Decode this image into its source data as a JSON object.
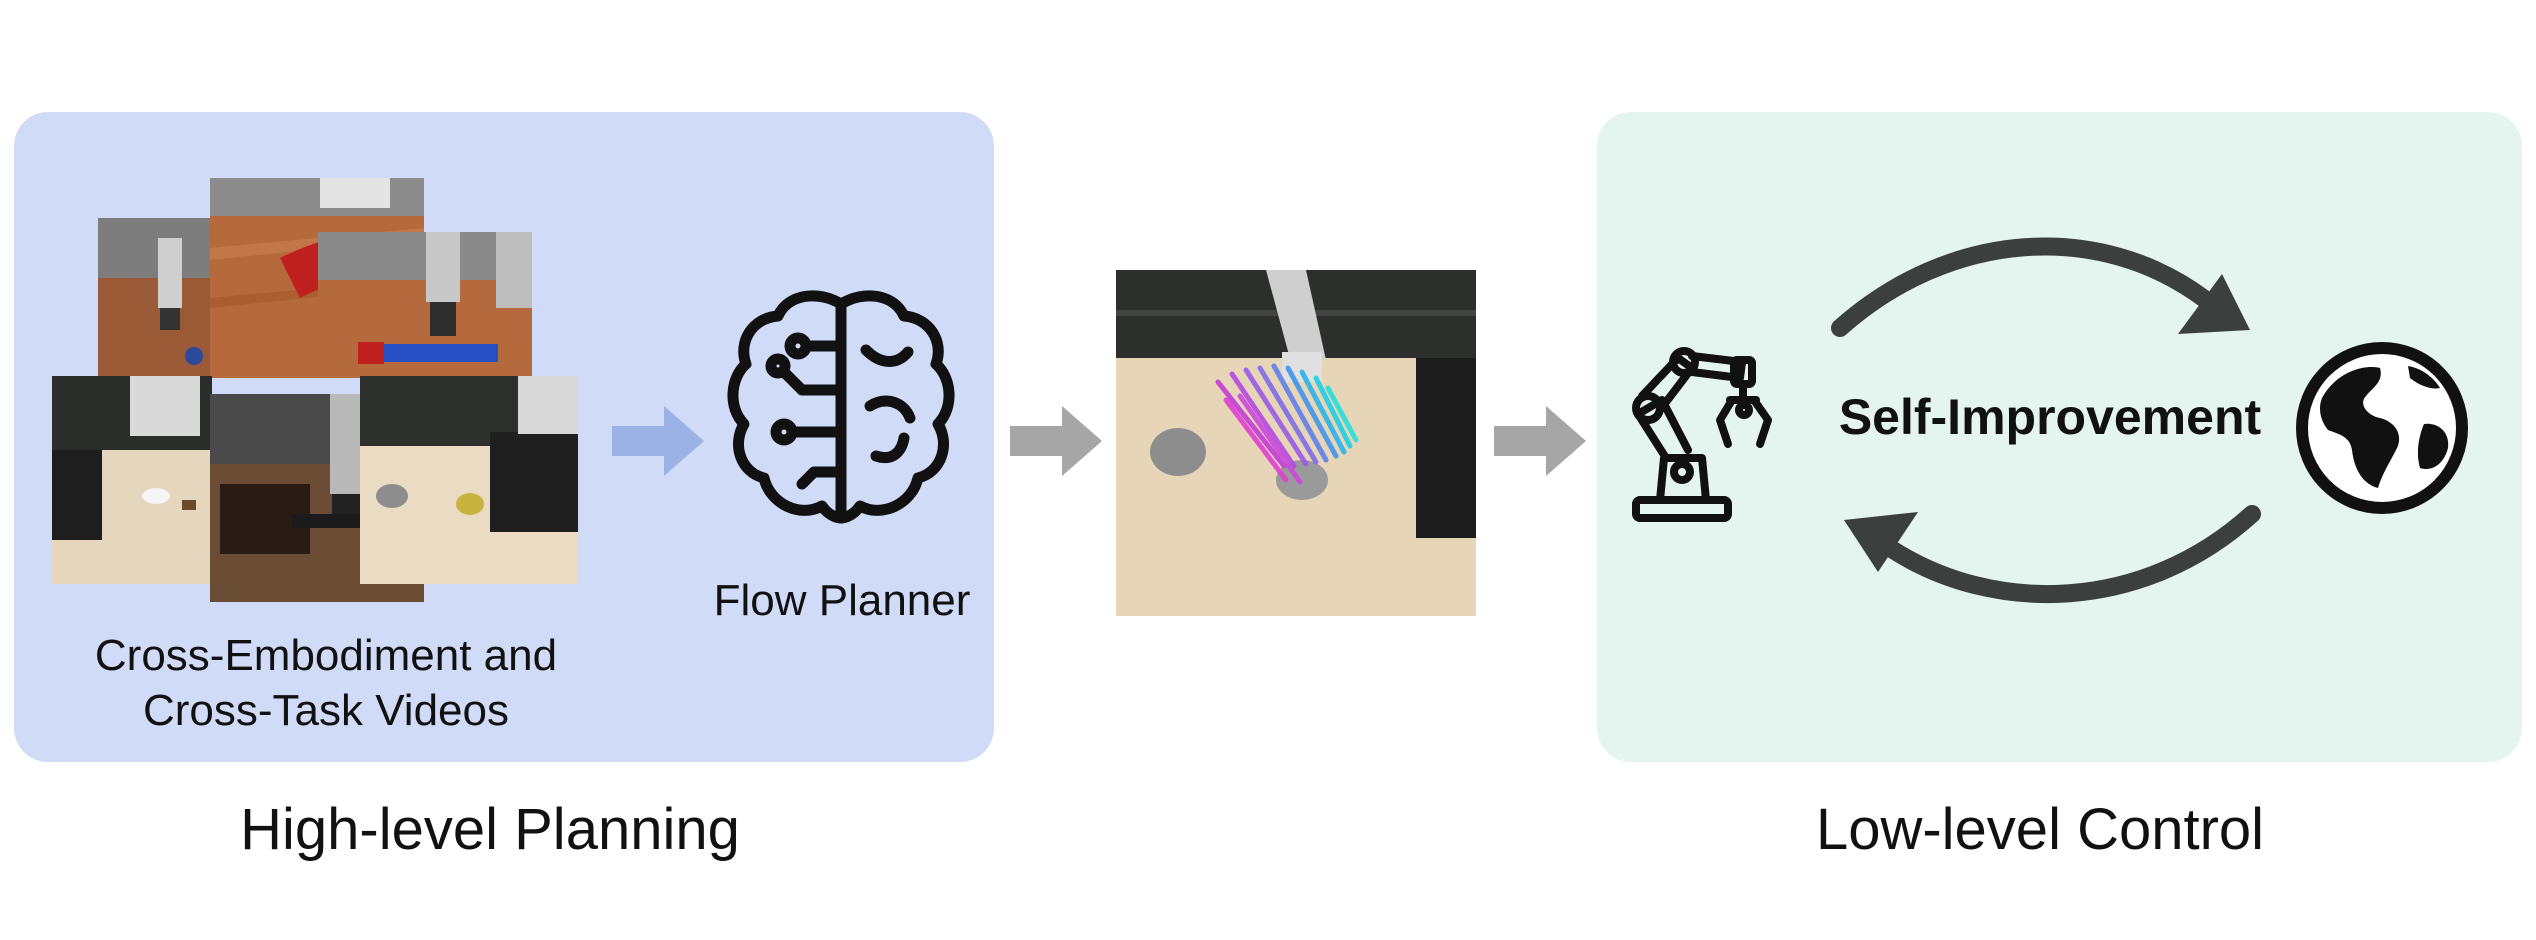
{
  "high_level": {
    "title": "High-level Planning",
    "videos_label_line1": "Cross-Embodiment and",
    "videos_label_line2": "Cross-Task Videos",
    "planner_label": "Flow Planner"
  },
  "low_level": {
    "title": "Low-level Control",
    "loop_label": "Self-Improvement"
  },
  "colors": {
    "high_level_bg": "#d0dbf8",
    "low_level_bg": "#e4f4ee",
    "blue_arrow": "#9bb2e6",
    "gray_arrow": "#a6a6a6",
    "cycle_arrow": "#3b403e"
  },
  "icons": {
    "brain": "brain-icon",
    "robot_arm": "robot-arm-icon",
    "globe": "globe-icon"
  }
}
